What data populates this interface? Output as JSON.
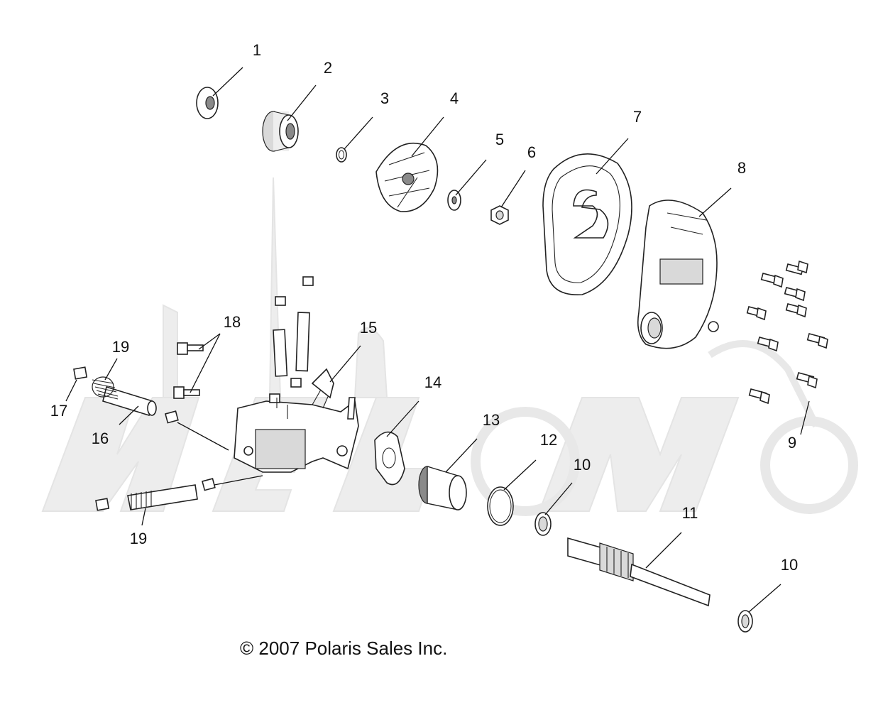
{
  "copyright": "© 2007 Polaris Sales Inc.",
  "callouts": [
    "1",
    "2",
    "3",
    "4",
    "5",
    "6",
    "7",
    "8",
    "9",
    "10",
    "10",
    "11",
    "12",
    "13",
    "14",
    "15",
    "16",
    "17",
    "18",
    "19",
    "19"
  ],
  "parts": [
    {
      "number": "1",
      "shape": "seal"
    },
    {
      "number": "2",
      "shape": "bearing"
    },
    {
      "number": "3",
      "shape": "ring"
    },
    {
      "number": "4",
      "shape": "impeller"
    },
    {
      "number": "5",
      "shape": "washer"
    },
    {
      "number": "6",
      "shape": "nut"
    },
    {
      "number": "7",
      "shape": "gasket"
    },
    {
      "number": "8",
      "shape": "pump-cover"
    },
    {
      "number": "9",
      "shape": "bolt"
    },
    {
      "number": "10",
      "shape": "washer"
    },
    {
      "number": "11",
      "shape": "shaft"
    },
    {
      "number": "12",
      "shape": "o-ring"
    },
    {
      "number": "13",
      "shape": "filter"
    },
    {
      "number": "14",
      "shape": "gasket"
    },
    {
      "number": "15",
      "shape": "oil-pump"
    },
    {
      "number": "16",
      "shape": "hose"
    },
    {
      "number": "17",
      "shape": "clamp"
    },
    {
      "number": "18",
      "shape": "screw"
    },
    {
      "number": "19",
      "shape": "spring"
    }
  ]
}
